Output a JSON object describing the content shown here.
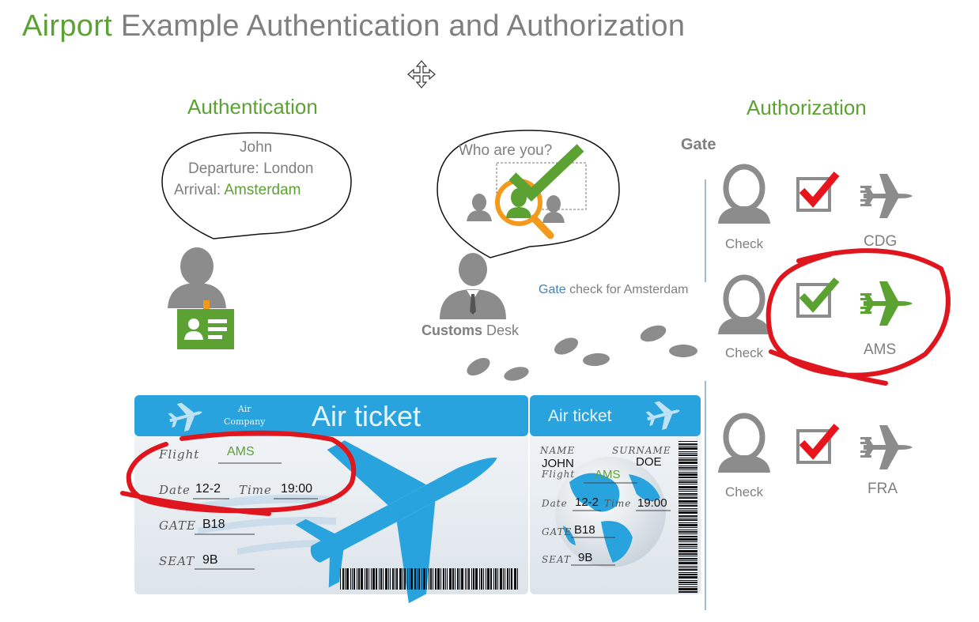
{
  "title": {
    "accent": "Airport",
    "rest": "Example Authentication and Authorization"
  },
  "sections": {
    "authentication": "Authentication",
    "authorization": "Authorization"
  },
  "passenger_bubble": {
    "name": "John",
    "departure_label": "Departure:",
    "departure_value": "London",
    "arrival_label": "Arrival:",
    "arrival_value": "Amsterdam"
  },
  "customs_bubble": {
    "question": "Who are you?"
  },
  "customs_desk": {
    "bold": "Customs",
    "rest": "Desk"
  },
  "gate_check_note": {
    "accent": "Gate",
    "rest": "check for Amsterdam"
  },
  "gate": {
    "label": "Gate",
    "rows": [
      {
        "check_label": "Check",
        "code": "CDG",
        "status": "red-check",
        "plane_color": "#8c8c8c"
      },
      {
        "check_label": "Check",
        "code": "AMS",
        "status": "green-check",
        "plane_color": "#5ca233"
      },
      {
        "check_label": "Check",
        "code": "FRA",
        "status": "red-check",
        "plane_color": "#8c8c8c"
      }
    ]
  },
  "ticket": {
    "main_title": "Air ticket",
    "company_line1": "Air",
    "company_line2": "Company",
    "flight_label": "Flight",
    "flight_value": "AMS",
    "date_label": "Date",
    "date_value": "12-2",
    "time_label": "Time",
    "time_value": "19:00",
    "gate_label": "GATE",
    "gate_value": "B18",
    "seat_label": "SEAT",
    "seat_value": "9B",
    "stub": {
      "title": "Air ticket",
      "name_label": "NAME",
      "surname_label": "SURNAME",
      "name_value": "JOHN",
      "surname_value": "DOE",
      "flight_label": "Flight",
      "flight_value": "AMS",
      "date_label": "Date",
      "date_value": "12-2",
      "time_label": "Time",
      "time_value": "19:00",
      "gate_label": "GATE",
      "gate_value": "B18",
      "seat_label": "SEAT",
      "seat_value": "9B"
    }
  },
  "colors": {
    "green": "#5ca233",
    "gray": "#7f7f7f",
    "ticket_blue": "#29a3de",
    "highlight_red": "#e0161e",
    "check_red": "#e8141c"
  }
}
